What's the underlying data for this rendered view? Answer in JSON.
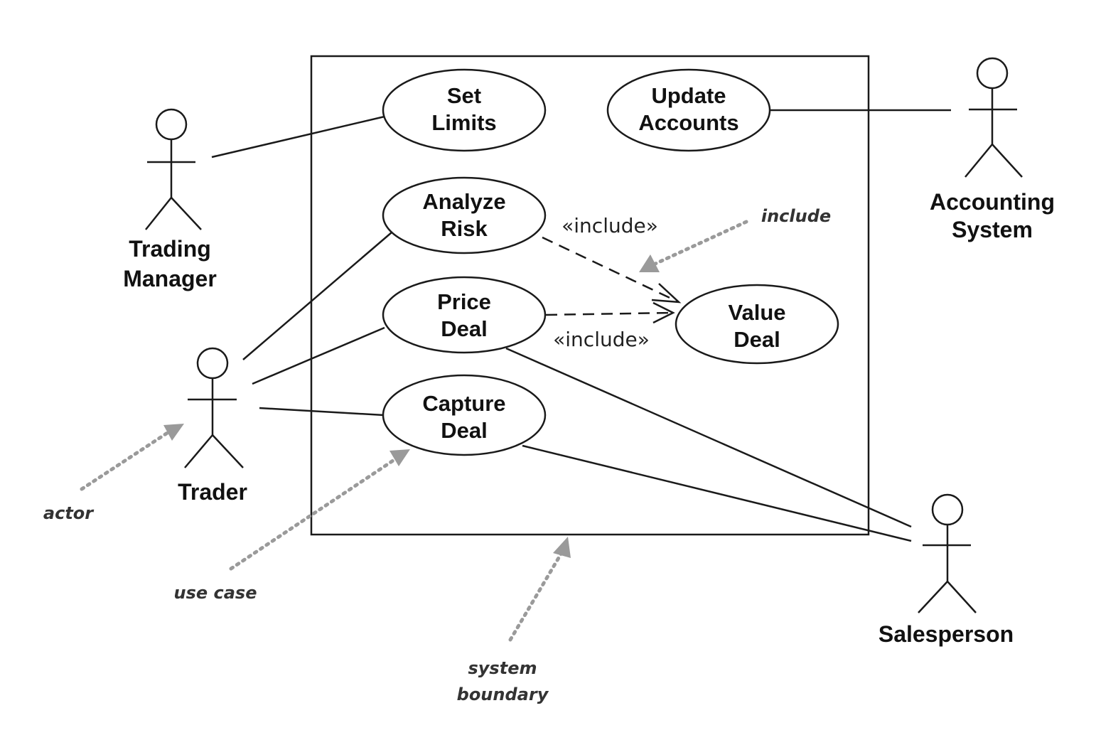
{
  "use_cases": {
    "set_limits": [
      "Set",
      "Limits"
    ],
    "update_accounts": [
      "Update",
      "Accounts"
    ],
    "analyze_risk": [
      "Analyze",
      "Risk"
    ],
    "price_deal": [
      "Price",
      "Deal"
    ],
    "value_deal": [
      "Value",
      "Deal"
    ],
    "capture_deal": [
      "Capture",
      "Deal"
    ]
  },
  "actors": {
    "trading_manager": [
      "Trading",
      "Manager"
    ],
    "accounting_system": [
      "Accounting",
      "System"
    ],
    "trader": [
      "Trader"
    ],
    "salesperson": [
      "Salesperson"
    ]
  },
  "relationships": {
    "include_upper": "«include»",
    "include_lower": "«include»"
  },
  "annotations": {
    "include": "include",
    "actor": "actor",
    "use_case": "use case",
    "system_boundary": [
      "system",
      "boundary"
    ]
  }
}
